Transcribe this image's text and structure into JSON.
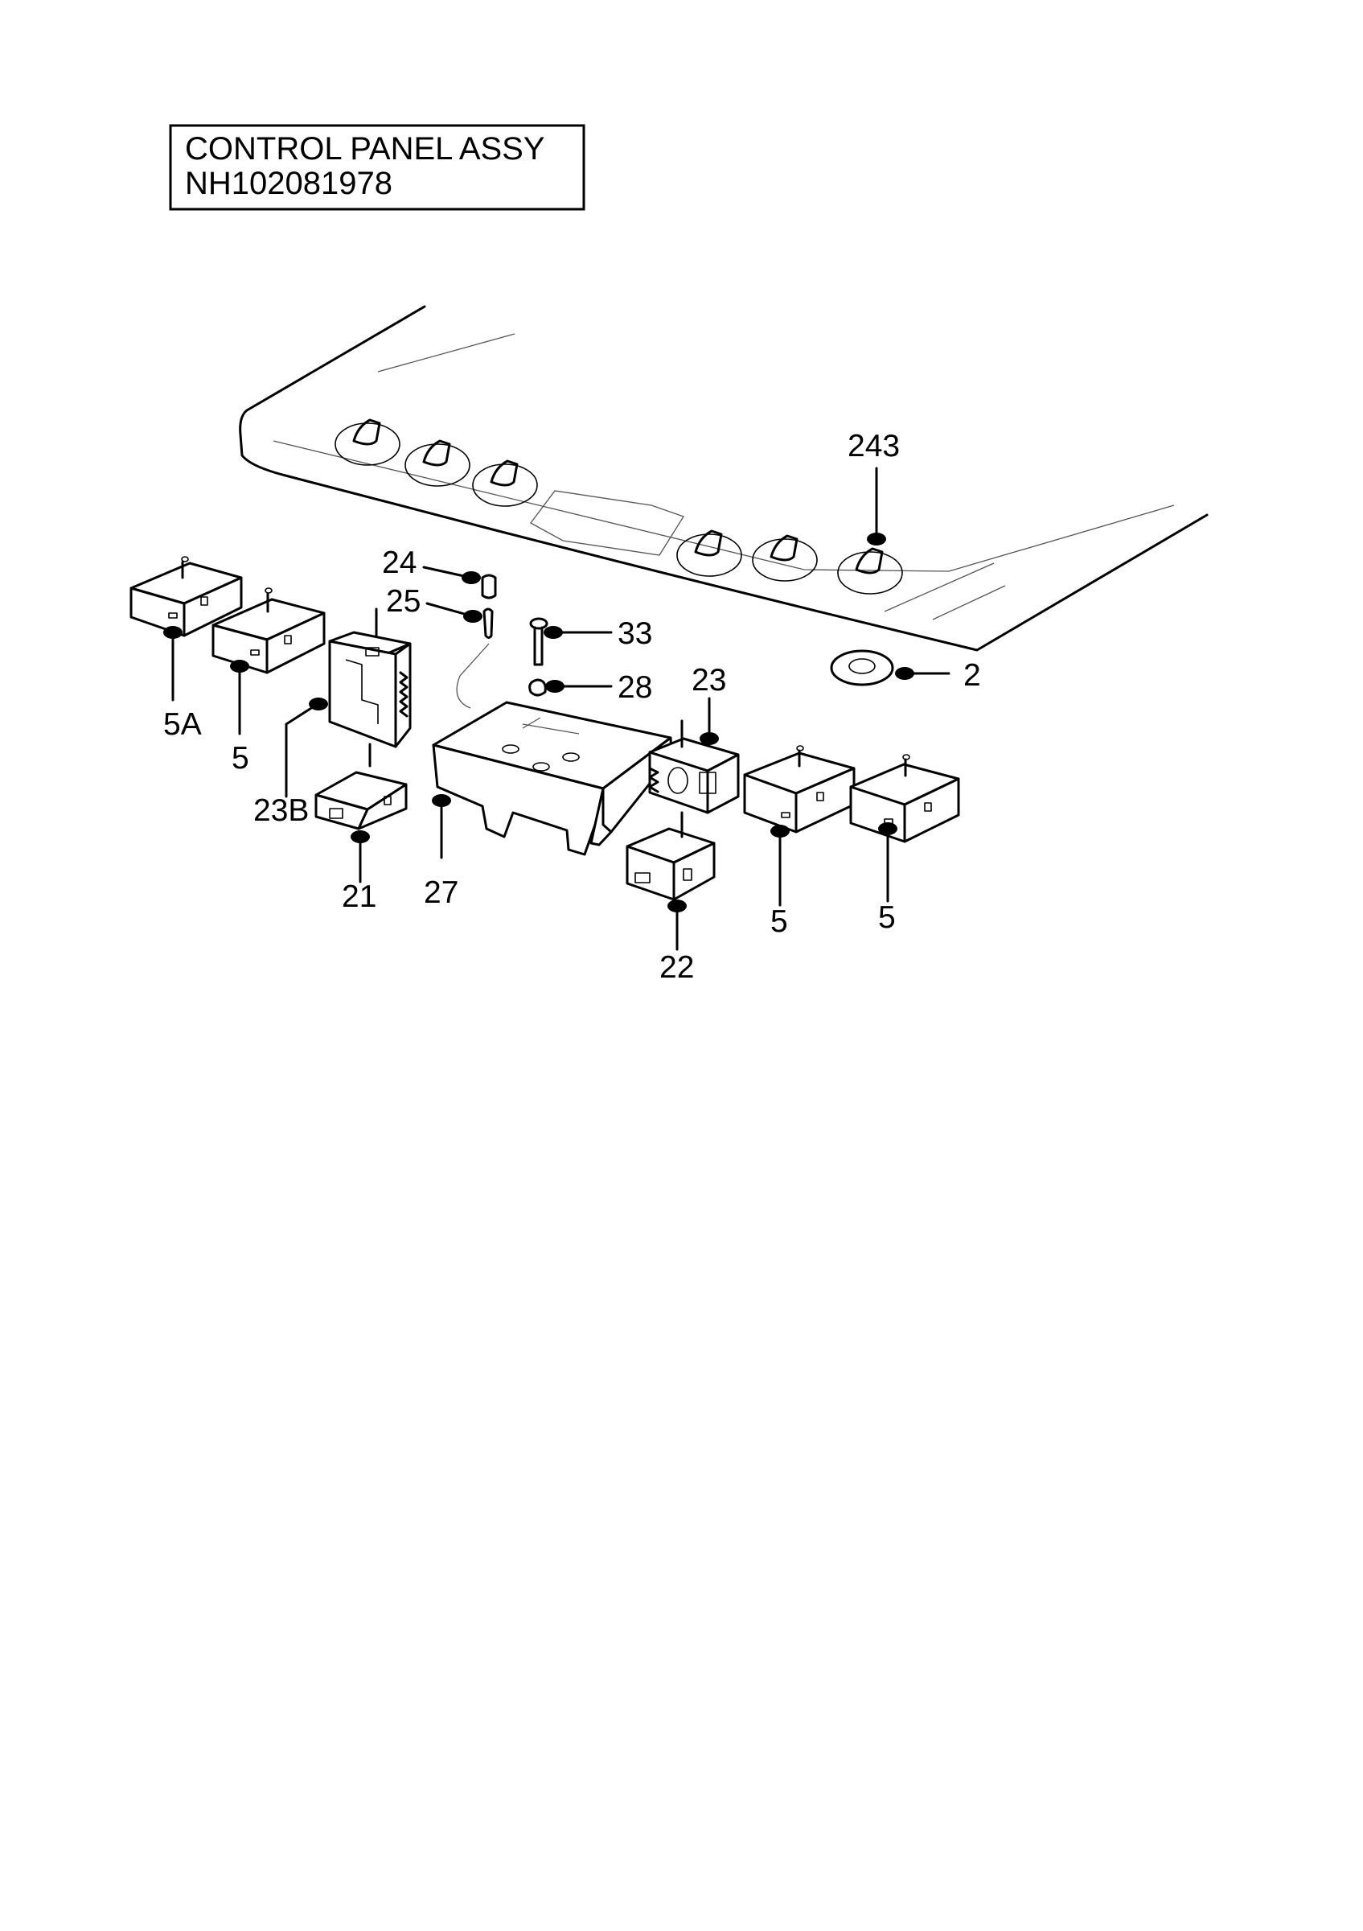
{
  "title_box": {
    "line1": "CONTROL PANEL  ASSY",
    "line2": "NH102081978"
  },
  "callouts": {
    "c243": "243",
    "c24": "24",
    "c25": "25",
    "c33": "33",
    "c28": "28",
    "c2": "2",
    "c23": "23",
    "c5A": "5A",
    "c5_left": "5",
    "c23B": "23B",
    "c21": "21",
    "c27": "27",
    "c22": "22",
    "c5_mid": "5",
    "c5_right": "5"
  }
}
